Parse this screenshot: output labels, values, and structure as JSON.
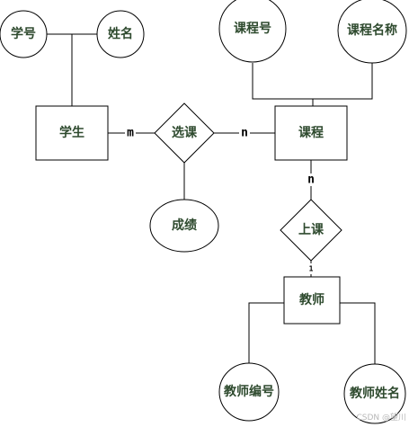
{
  "diagram": {
    "type": "er",
    "colors": {
      "label": "#2e4a2e",
      "stroke": "#000000",
      "background": "#ffffff",
      "watermark": "#b8b8b8"
    },
    "entities": [
      {
        "id": "student",
        "label": "学生"
      },
      {
        "id": "course",
        "label": "课程"
      },
      {
        "id": "teacher",
        "label": "教师"
      }
    ],
    "relationships": [
      {
        "id": "select",
        "label": "选课"
      },
      {
        "id": "teach",
        "label": "上课"
      }
    ],
    "attributes": [
      {
        "id": "student_id",
        "label": "学号"
      },
      {
        "id": "student_name",
        "label": "姓名"
      },
      {
        "id": "course_id",
        "label": "课程号"
      },
      {
        "id": "course_name",
        "label": "课程名称"
      },
      {
        "id": "grade",
        "label": "成绩"
      },
      {
        "id": "teacher_id",
        "label": "教师编号"
      },
      {
        "id": "teacher_name",
        "label": "教师姓名"
      }
    ],
    "cardinalities": [
      {
        "id": "student_select",
        "label": "m"
      },
      {
        "id": "select_course",
        "label": "n"
      },
      {
        "id": "course_teach",
        "label": "n"
      },
      {
        "id": "teach_teacher",
        "label": "1"
      }
    ],
    "watermark": "CSDN @望川"
  }
}
